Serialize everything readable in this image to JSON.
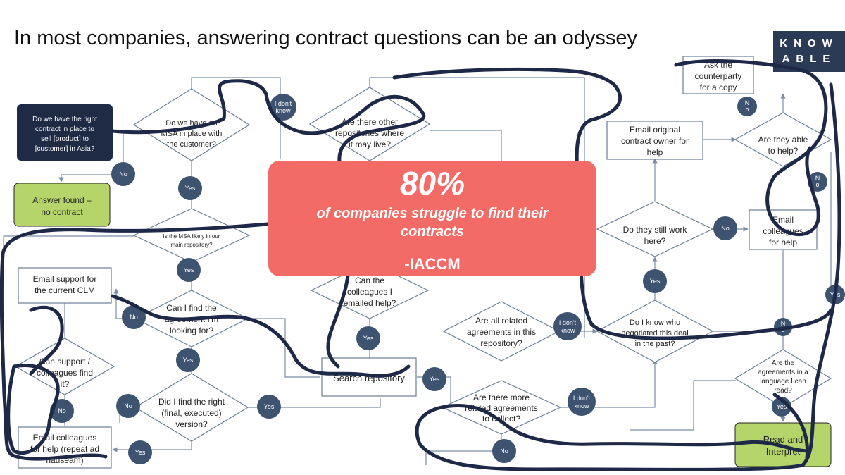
{
  "title": "In most companies, answering contract questions can be an odyssey",
  "logo": {
    "line1": "KNOW",
    "line2": "ABLE"
  },
  "banner": {
    "percent": "80%",
    "text": "of companies struggle to find their contracts",
    "source": "-IACCM"
  },
  "colors": {
    "navy": "#1f2b45",
    "salmon": "#f36b67",
    "green": "#b5d56a",
    "circle": "#3d5370",
    "ink": "#1e2847",
    "connector": "#7a8ea6"
  },
  "nodes": {
    "start": {
      "l1": "Do we have the right",
      "l2": "contract in place to",
      "l3": "sell [product] to",
      "l4": "[customer] in Asia?"
    },
    "answer_found": {
      "l1": "Answer found –",
      "l2": "no contract"
    },
    "msa_check": {
      "l1": "Do we have an",
      "l2": "MSA in place with",
      "l3": "the customer?"
    },
    "msa_repo": {
      "l1": "Is the MSA likely in our",
      "l2": "main repository?"
    },
    "email_support": {
      "l1": "Email support for",
      "l2": "the current CLM"
    },
    "can_find": {
      "l1": "Can I find the",
      "l2": "agreement I'm",
      "l3": "looking for?"
    },
    "support_find": {
      "l1": "Can support /",
      "l2": "colleagues find",
      "l3": "it?"
    },
    "right_version": {
      "l1": "Did I find the right",
      "l2": "(final, executed)",
      "l3": "version?"
    },
    "email_colleagues_repeat": {
      "l1": "Email colleagues",
      "l2": "for help (repeat ad",
      "l3": "nauseam)"
    },
    "other_repos": {
      "l1": "Are there other",
      "l2": "repositories where",
      "l3": "it may live?"
    },
    "colleagues_help": {
      "l1": "Can the",
      "l2": "colleagues I",
      "l3": "emailed help?"
    },
    "search_repo": {
      "l1": "Search repository"
    },
    "related_in_repo": {
      "l1": "Are all related",
      "l2": "agreements in this",
      "l3": "repository?"
    },
    "more_related": {
      "l1": "Are there more",
      "l2": "related agreements",
      "l3": "to collect?"
    },
    "email_owner": {
      "l1": "Email original",
      "l2": "contract owner for",
      "l3": "help"
    },
    "still_work": {
      "l1": "Do they still work",
      "l2": "here?"
    },
    "who_negotiated": {
      "l1": "Do I know who",
      "l2": "negotiated this deal",
      "l3": "in the past?"
    },
    "ask_counterparty": {
      "l1": "Ask the",
      "l2": "counterparty",
      "l3": "for a copy"
    },
    "able_help": {
      "l1": "Are they able",
      "l2": "to help?"
    },
    "email_colleagues_right": {
      "l1": "Email",
      "l2": "colleagues",
      "l3": "for help"
    },
    "language": {
      "l1": "Are the",
      "l2": "agreements in a",
      "l3": "language I can",
      "l4": "read?"
    },
    "read_interpret": {
      "l1": "Read and",
      "l2": "Interpret"
    }
  },
  "badges": {
    "no": "No",
    "yes": "Yes",
    "dont_know_1": "I don't",
    "dont_know_2": "know",
    "no_split_1": "N",
    "no_split_2": "o"
  }
}
